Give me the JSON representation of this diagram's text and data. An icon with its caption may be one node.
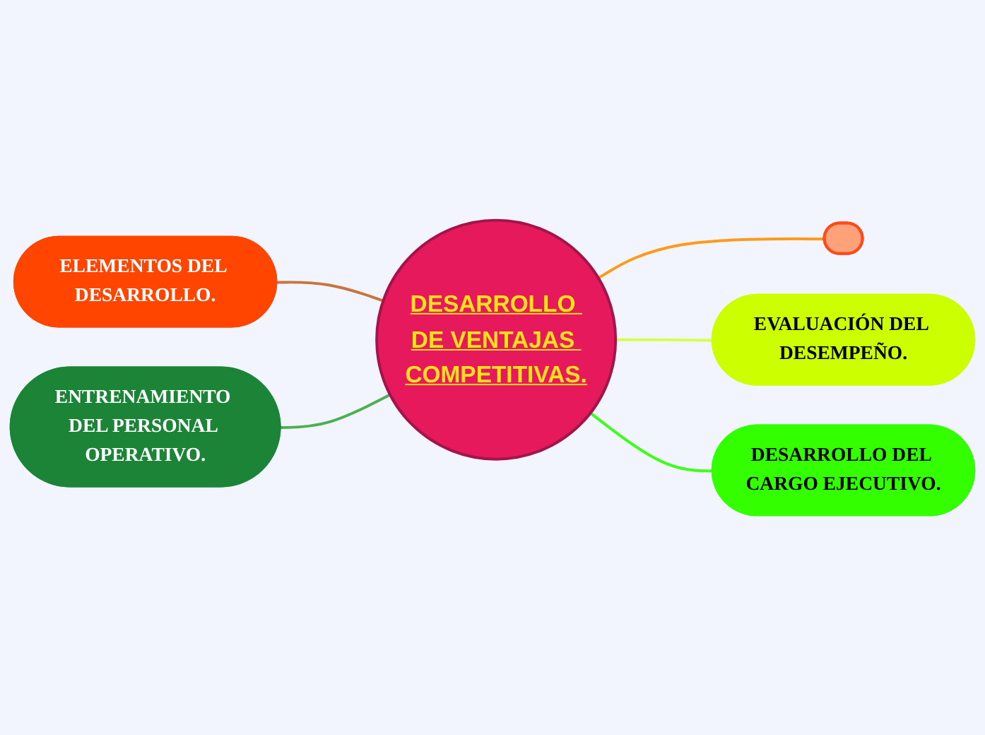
{
  "diagram": {
    "nodes": [
      {
        "text": [],
        "shape": "ellipse"
      },
      {
        "text": [
          "ELEMENTOS DEL DESARROLLO."
        ]
      },
      {
        "text": [
          "EVALUACIÓN DEL DESEMPEÑO."
        ]
      },
      {
        "text": [
          "DESARROLLO DE VENTAJAS COMPETITIVAS."
        ]
      },
      {
        "text": [
          "ENTRENAMIENTO DEL PERSONAL OPERATIVO."
        ]
      },
      {
        "text": [
          "DESARROLLO DEL CARGO EJECUTIVO."
        ]
      }
    ],
    "edges": [
      {
        "from": 1,
        "to": 3,
        "arrow": "none",
        "color": "#c8743c"
      },
      {
        "from": 4,
        "to": 3,
        "arrow": "none",
        "color": "#4caf50"
      },
      {
        "from": 3,
        "to": 0,
        "arrow": "none",
        "color": "#ff9a1a"
      },
      {
        "from": 3,
        "to": 2,
        "arrow": "none",
        "color": "#d4ff4a"
      },
      {
        "from": 3,
        "to": 5,
        "arrow": "none",
        "color": "#3dff1a"
      }
    ]
  }
}
